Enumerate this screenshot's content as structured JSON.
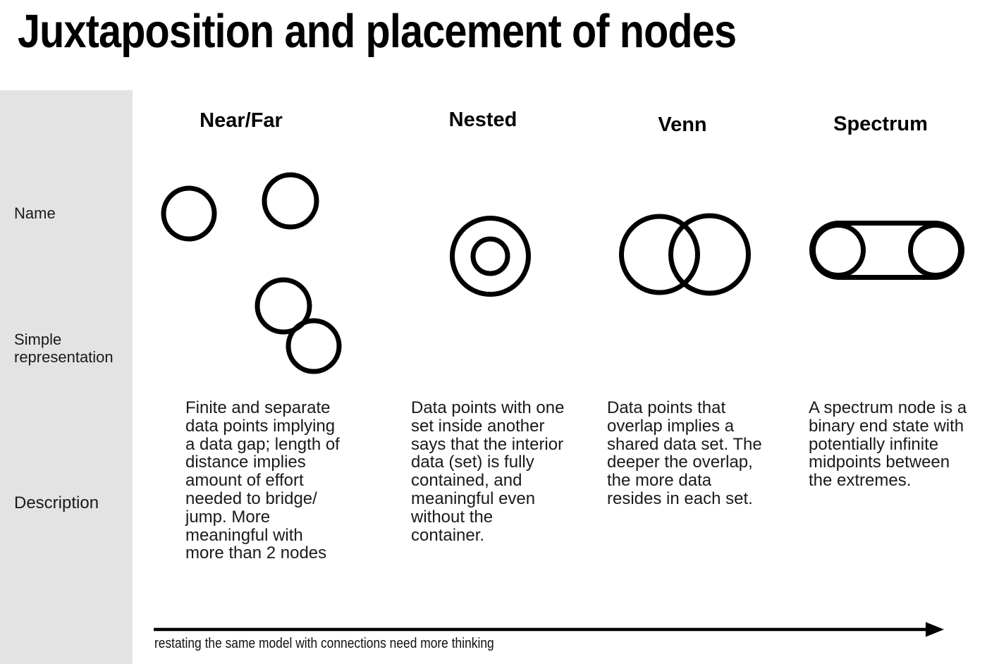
{
  "title": "Juxtaposition and placement of nodes",
  "sidebar": {
    "rows": [
      {
        "label": "Name"
      },
      {
        "label": "Simple representation"
      },
      {
        "label": "Description"
      }
    ]
  },
  "columns": [
    {
      "name": "Near/Far",
      "representation_icon": "nearfar-circles-icon",
      "representation_meaning": "two separated circles and two touching circles",
      "description": "Finite and separate\ndata points implying\na data gap; length of\ndistance implies\namount of effort\nneeded to bridge/\njump. More\nmeaningful with\nmore than 2 nodes"
    },
    {
      "name": "Nested",
      "representation_icon": "nested-circles-icon",
      "representation_meaning": "small circle inside a larger circle",
      "description": "Data points with one\nset inside another\nsays that the interior\ndata (set) is fully\ncontained, and\nmeaningful even\nwithout the\ncontainer."
    },
    {
      "name": "Venn",
      "representation_icon": "venn-circles-icon",
      "representation_meaning": "two overlapping circles",
      "description": "Data points that\noverlap implies a\nshared data set. The\ndeeper the overlap,\nthe more data\nresides in each set."
    },
    {
      "name": "Spectrum",
      "representation_icon": "spectrum-capsule-icon",
      "representation_meaning": "two circles joined inside a pill capsule",
      "description": "A spectrum node is a\nbinary end state with\npotentially infinite\nmidpoints between\nthe extremes."
    }
  ],
  "footer": {
    "arrow_label": "restating the same model with connections need more thinking"
  },
  "colors": {
    "sidebar_bg": "#e3e3e3",
    "ink": "#000000",
    "text": "#1a1a1a"
  }
}
